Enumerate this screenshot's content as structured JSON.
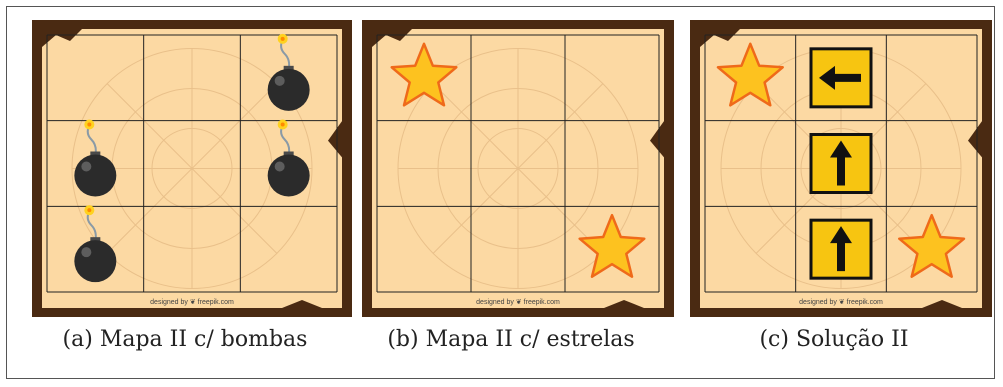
{
  "panels": [
    {
      "caption": "(a) Mapa II c/ bombas",
      "credit": "designed by ❦ freepik.com",
      "grid": [
        [
          "",
          "",
          "bomb"
        ],
        [
          "bomb",
          "",
          "bomb"
        ],
        [
          "bomb",
          "",
          ""
        ]
      ]
    },
    {
      "caption": "(b) Mapa II c/ estrelas",
      "credit": "designed by ❦ freepik.com",
      "grid": [
        [
          "star",
          "",
          ""
        ],
        [
          "",
          "",
          ""
        ],
        [
          "",
          "",
          "star"
        ]
      ]
    },
    {
      "caption": "(c) Solução II",
      "credit": "designed by ❦ freepik.com",
      "grid": [
        [
          "star",
          "arrow-left",
          ""
        ],
        [
          "",
          "arrow-up",
          ""
        ],
        [
          "",
          "arrow-up",
          "star"
        ]
      ]
    }
  ],
  "colors": {
    "frame": "#4a2a12",
    "paper": "#fcd9a3",
    "grid_line": "#222222",
    "star_fill": "#fdc21f",
    "star_stroke": "#ef6a1a",
    "sign_fill": "#f7c511",
    "bomb": "#2b2b2b"
  }
}
